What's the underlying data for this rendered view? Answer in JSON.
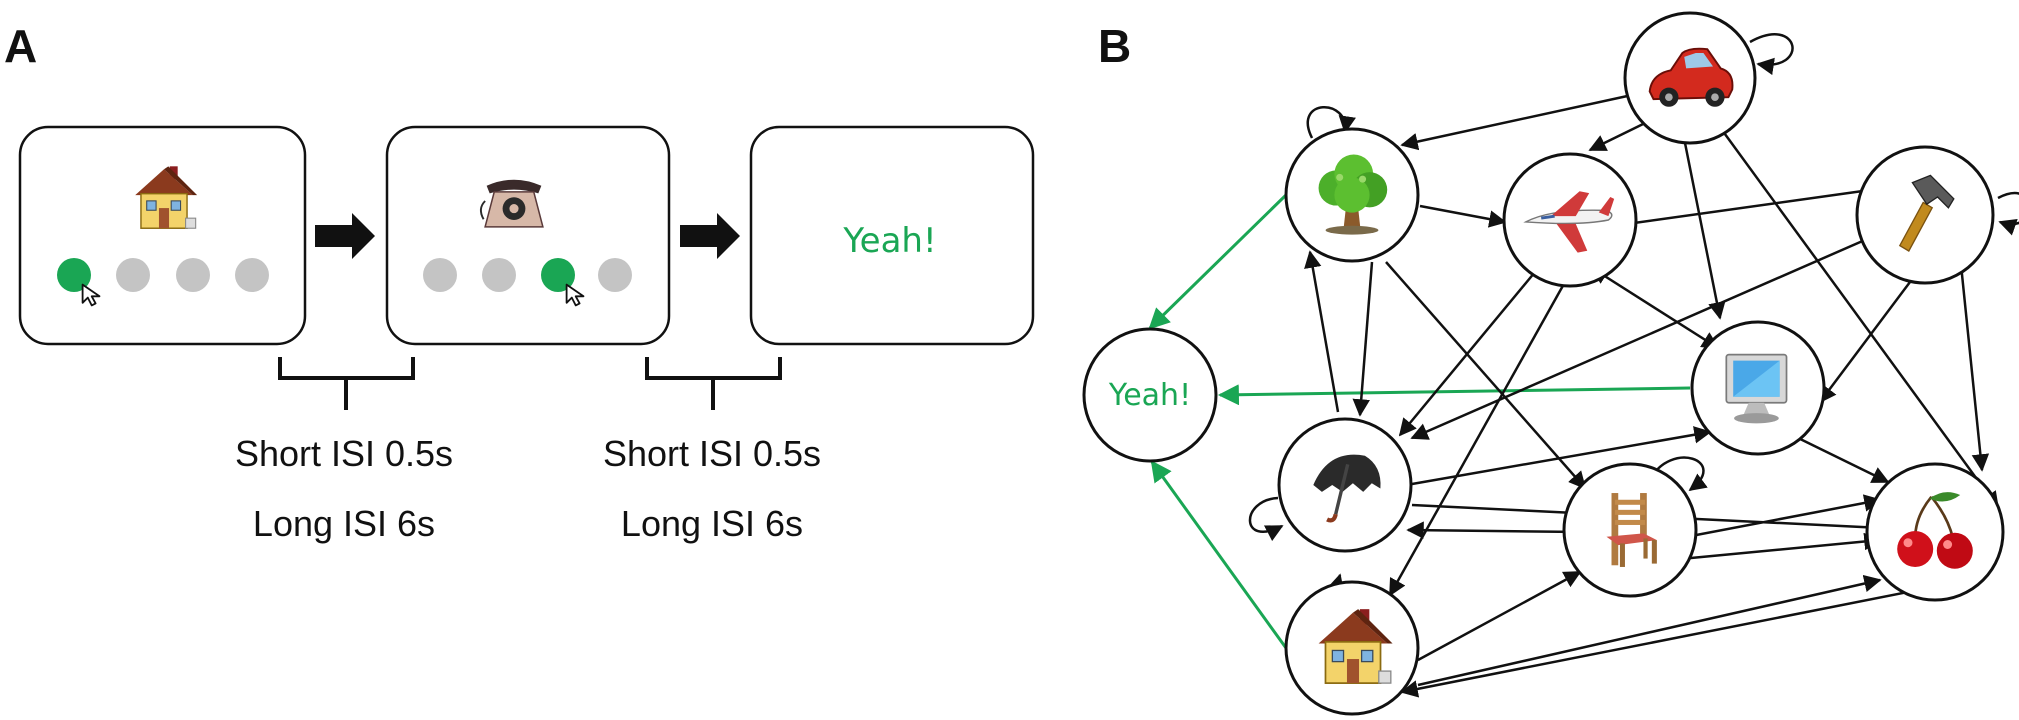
{
  "panel_a": {
    "label": "A",
    "screens": [
      {
        "icon": "house-icon",
        "selected_dot": 0
      },
      {
        "icon": "telephone-icon",
        "selected_dot": 2
      },
      {
        "feedback": "Yeah!"
      }
    ],
    "dot_count": 4,
    "intervals": [
      {
        "short": "Short ISI 0.5s",
        "long": "Long ISI 6s"
      },
      {
        "short": "Short ISI 0.5s",
        "long": "Long ISI 6s"
      }
    ]
  },
  "panel_b": {
    "label": "B",
    "reward_label": "Yeah!",
    "nodes": [
      "car",
      "tree",
      "airplane",
      "hammer",
      "computer",
      "umbrella",
      "chair",
      "cherry",
      "house"
    ]
  },
  "colors": {
    "reward_green": "#1aa654",
    "dot_grey": "#c4c4c4",
    "edge_black": "#111111"
  }
}
